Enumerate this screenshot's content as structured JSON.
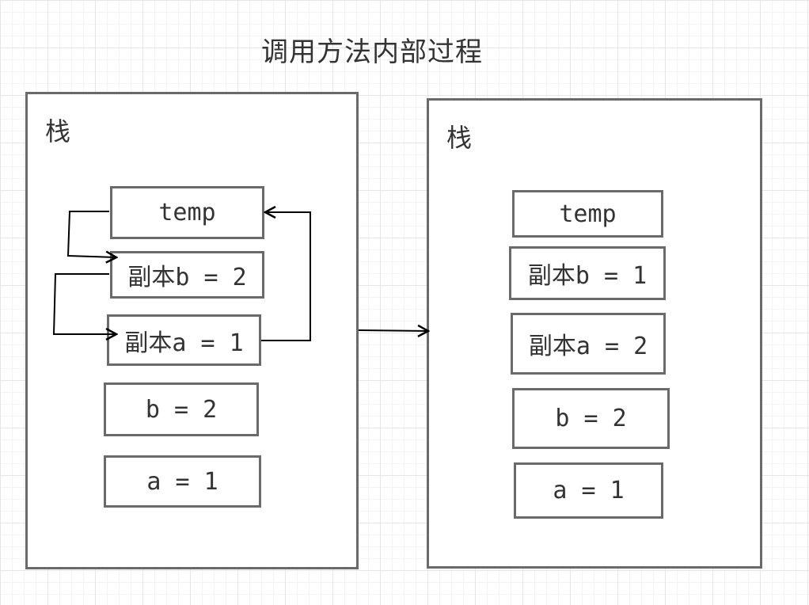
{
  "title": "调用方法内部过程",
  "left_stack": {
    "label": "栈",
    "cells": {
      "temp": "temp",
      "copy_b": "副本b = 2",
      "copy_a": "副本a = 1",
      "b": "b = 2",
      "a": "a = 1"
    }
  },
  "right_stack": {
    "label": "栈",
    "cells": {
      "temp": "temp",
      "copy_b": "副本b = 1",
      "copy_a": "副本a = 2",
      "b": "b = 2",
      "a": "a = 1"
    }
  },
  "colors": {
    "border": "#6a6a6a",
    "arrow": "#000000",
    "text": "#333333",
    "grid": "#e6e6e6"
  }
}
